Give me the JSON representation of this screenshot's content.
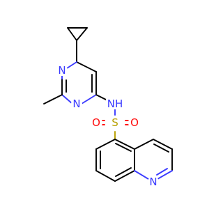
{
  "molecule": {
    "atoms": {
      "n_pyr_upper": "N",
      "n_pyr_lower": "N",
      "nh": "NH",
      "sulfur": "S",
      "o_left": "O",
      "o_right": "O",
      "n_quinoline": "N"
    }
  },
  "colors": {
    "carbon_bond": "#000000",
    "nitrogen": "#3a3aff",
    "sulfur": "#b8a000",
    "oxygen": "#ff0d0d"
  }
}
